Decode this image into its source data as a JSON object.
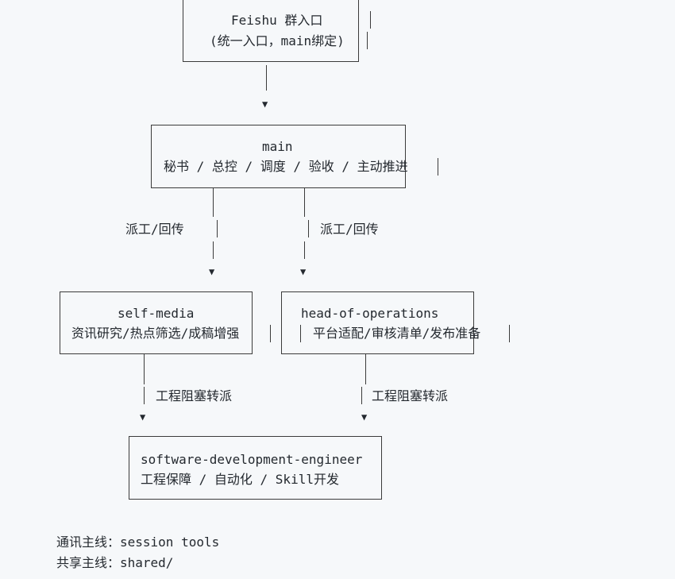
{
  "nodes": {
    "feishu": {
      "title": "Feishu 群入口",
      "subtitle": "(统一入口，main绑定)"
    },
    "main": {
      "title": "main",
      "subtitle": "秘书 / 总控 / 调度 / 验收 / 主动推进"
    },
    "self_media": {
      "title": "self-media",
      "subtitle": "资讯研究/热点筛选/成稿增强"
    },
    "head_of_operations": {
      "title": "head-of-operations",
      "subtitle": "平台适配/审核清单/发布准备"
    },
    "sde": {
      "title": "software-development-engineer",
      "subtitle": "工程保障 / 自动化 / Skill开发"
    }
  },
  "edges": {
    "main_to_self_media": "派工/回传",
    "main_to_head_of_operations": "派工/回传",
    "self_media_to_sde": "工程阻塞转派",
    "head_of_operations_to_sde": "工程阻塞转派"
  },
  "footer": {
    "line1": "通讯主线：session tools",
    "line2": "共享主线：shared/"
  },
  "arrow_glyph": "▼"
}
